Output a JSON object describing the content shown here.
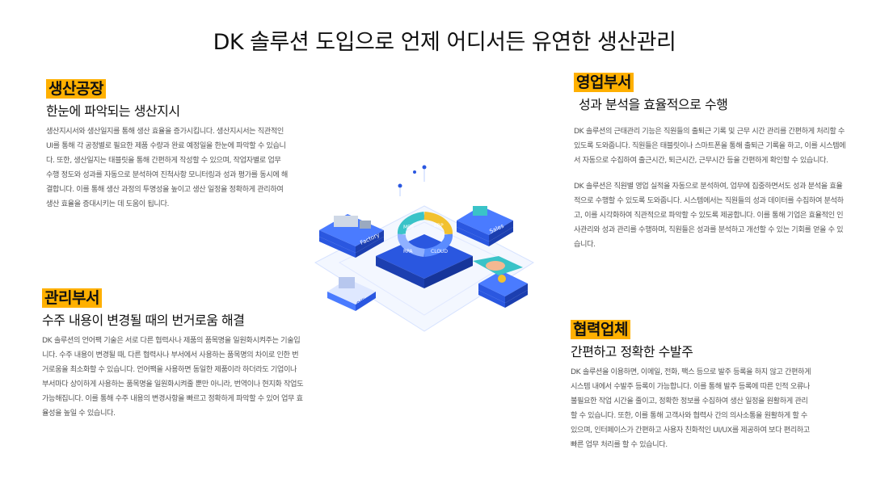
{
  "page": {
    "title": "DK 솔루션 도입으로 언제 어디서든 유연한 생산관리"
  },
  "sections": {
    "factory": {
      "tag": "생산공장",
      "subtitle": "한눈에 파악되는 생산지시",
      "paragraphs": [
        "생산지시서와 생산일지를 통해 생산 효율을 증가시킵니다. 생산지시서는 직관적인 UI를 통해 각 공정별로 필요한 제품 수량과 완료 예정일을 한눈에 파악할 수 있습니다. 또한, 생산일지는 태블릿을 통해 간편하게 작성할 수 있으며, 작업자별로 업무 수행 정도와 성과를 자동으로 분석하여 진척사항 모니터링과 성과 평가를 동시에 해결합니다. 이를 통해 생산 과정의 투명성을 높이고 생산 일정을 정확하게 관리하여 생산 효율을 증대시키는 데 도움이 됩니다."
      ]
    },
    "sales": {
      "tag": "영업부서",
      "subtitle": "성과 분석을 효율적으로 수행",
      "paragraphs": [
        "DK 솔루션의 근태관리 기능은 직원들의 출퇴근 기록 및 근무 시간 관리를 간편하게 처리할 수 있도록 도와줍니다. 직원들은 태블릿이나 스마트폰을 통해 출퇴근 기록을 하고, 이를 시스템에서 자동으로 수집하여 출근시간, 퇴근시간, 근무시간 등을 간편하게 확인할 수 있습니다.",
        "DK 솔루션은 직원별 영업 실적을 자동으로 분석하여, 업무에 집중하면서도 성과 분석을 효율적으로 수행할 수 있도록 도와줍니다. 시스템에서는 직원들의 성과 데이터를 수집하여 분석하고, 이를 시각화하여 직관적으로 파악할 수 있도록 제공합니다. 이를 통해 기업은 효율적인 인사관리와 성과 관리를 수행하며, 직원들은 성과를 분석하고 개선할 수 있는 기회를 얻을 수 있습니다."
      ]
    },
    "management": {
      "tag": "관리부서",
      "subtitle": "수주 내용이 변경될 때의  번거로움 해결",
      "paragraphs": [
        "DK 솔루션의 언어팩 기술은 서로 다른 협력사나 제품의 품목명을 일원화시켜주는 기술입니다. 수주 내용이 변경될 때, 다른 협력사나 부서에서 사용하는 품목명의 차이로 인한 번거로움을 최소화할 수 있습니다. 언어팩을 사용하면 동일한 제품이라 하더라도 기업이나 부서마다 상이하게 사용하는 품목명을 일원화시켜줄 뿐만 아니라, 번역이나 현지화 작업도 가능해집니다. 이를 통해 수주 내용의 변경사항을 빠르고 정확하게 파악할 수 있어 업무 효율성을 높일 수 있습니다."
      ]
    },
    "partner": {
      "tag": "협력업체",
      "subtitle": "간편하고 정확한 수발주",
      "paragraphs": [
        "DK 솔루션을 이용하면, 이메일, 전화, 팩스 등으로 발주 등록을 하지 않고 간편하게 시스템 내에서 수발주 등록이 가능합니다. 이를 통해 발주 등록에 따른 인적 오류나 불필요한 작업 시간을 줄이고, 정확한 정보를 수집하여 생산 일정을 원활하게 관리할 수 있습니다. 또한, 이를 통해 고객사와 협력사 간의 의사소통을 원활하게 할 수 있으며, 인터페이스가 간편하고 사용자 친화적인 UI/UX를 제공하여 보다 편리하고 빠른 업무 처리를 할 수 있습니다."
      ]
    }
  },
  "illustration": {
    "cycle_labels": [
      "MES",
      "ERP",
      "CLOUD",
      "RPA"
    ],
    "platform_labels": {
      "factory": "Factory",
      "sales": "Sales",
      "office": "Office"
    },
    "colors": {
      "accent": "#ffb000",
      "blue": "#2a57e0",
      "teal": "#3ac3c8",
      "yellow": "#f2c12e"
    }
  }
}
